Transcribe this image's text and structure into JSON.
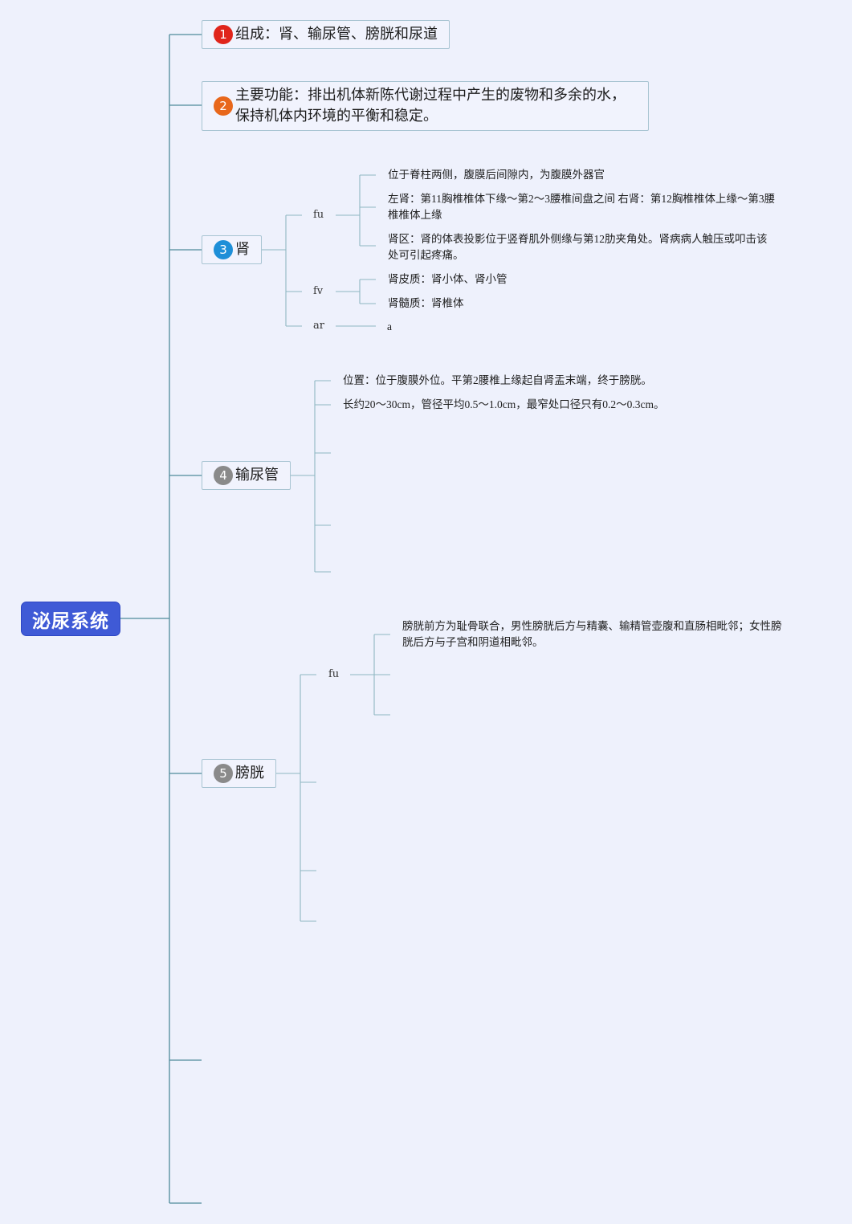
{
  "root": {
    "label": "泌尿系统"
  },
  "topics": [
    {
      "badge": "1",
      "badge_color": "#e0251b",
      "text": "组成：肾、输尿管、膀胱和尿道"
    },
    {
      "badge": "2",
      "badge_color": "#e8671b",
      "text_line1": "主要功能：排出机体新陈代谢过程中产生的废物和多余的水，",
      "text_line2": "保持机体内环境的平衡和稳定。"
    },
    {
      "badge": "3",
      "badge_color": "#1e8fd8",
      "text": "肾"
    },
    {
      "badge": "4",
      "badge_color": "#8a8a8a",
      "text": "输尿管"
    },
    {
      "badge": "5",
      "badge_color": "#8a8a8a",
      "text": "膀胱"
    }
  ],
  "kidney": {
    "fu": {
      "label": "fu",
      "items": [
        "位于脊柱两侧，腹膜后间隙内，为腹膜外器官",
        "左肾：第11胸椎椎体下缘～第2～3腰椎间盘之间 右肾：第12胸椎椎体上缘～第3腰",
        "椎椎体上缘",
        "肾区：肾的体表投影位于竖脊肌外侧缘与第12肋夹角处。肾病病人触压或叩击该",
        "处可引起疼痛。"
      ]
    },
    "fv": {
      "label": "fv",
      "items": [
        "肾皮质：肾小体、肾小管",
        "肾髓质：肾椎体"
      ]
    },
    "ar": {
      "label": "ar",
      "items": [
        "a"
      ]
    }
  },
  "ureter": {
    "items": [
      "位置：位于腹膜外位。平第2腰椎上缘起自肾盂末端，终于膀胱。",
      "长约20～30cm，管径平均0.5～1.0cm，最窄处口径只有0.2～0.3cm。"
    ]
  },
  "bladder": {
    "fu": {
      "label": "fu",
      "items": [
        "膀胱前方为耻骨联合，男性膀胱后方与精囊、输精管壶腹和直肠相毗邻；女性膀",
        "胱后方与子宫和阴道相毗邻。"
      ]
    }
  },
  "colors": {
    "line": "#4f8b9a",
    "topic_border": "#a8c4d2",
    "root_fill": "#3f5ad6",
    "background": "#eef1fc"
  }
}
